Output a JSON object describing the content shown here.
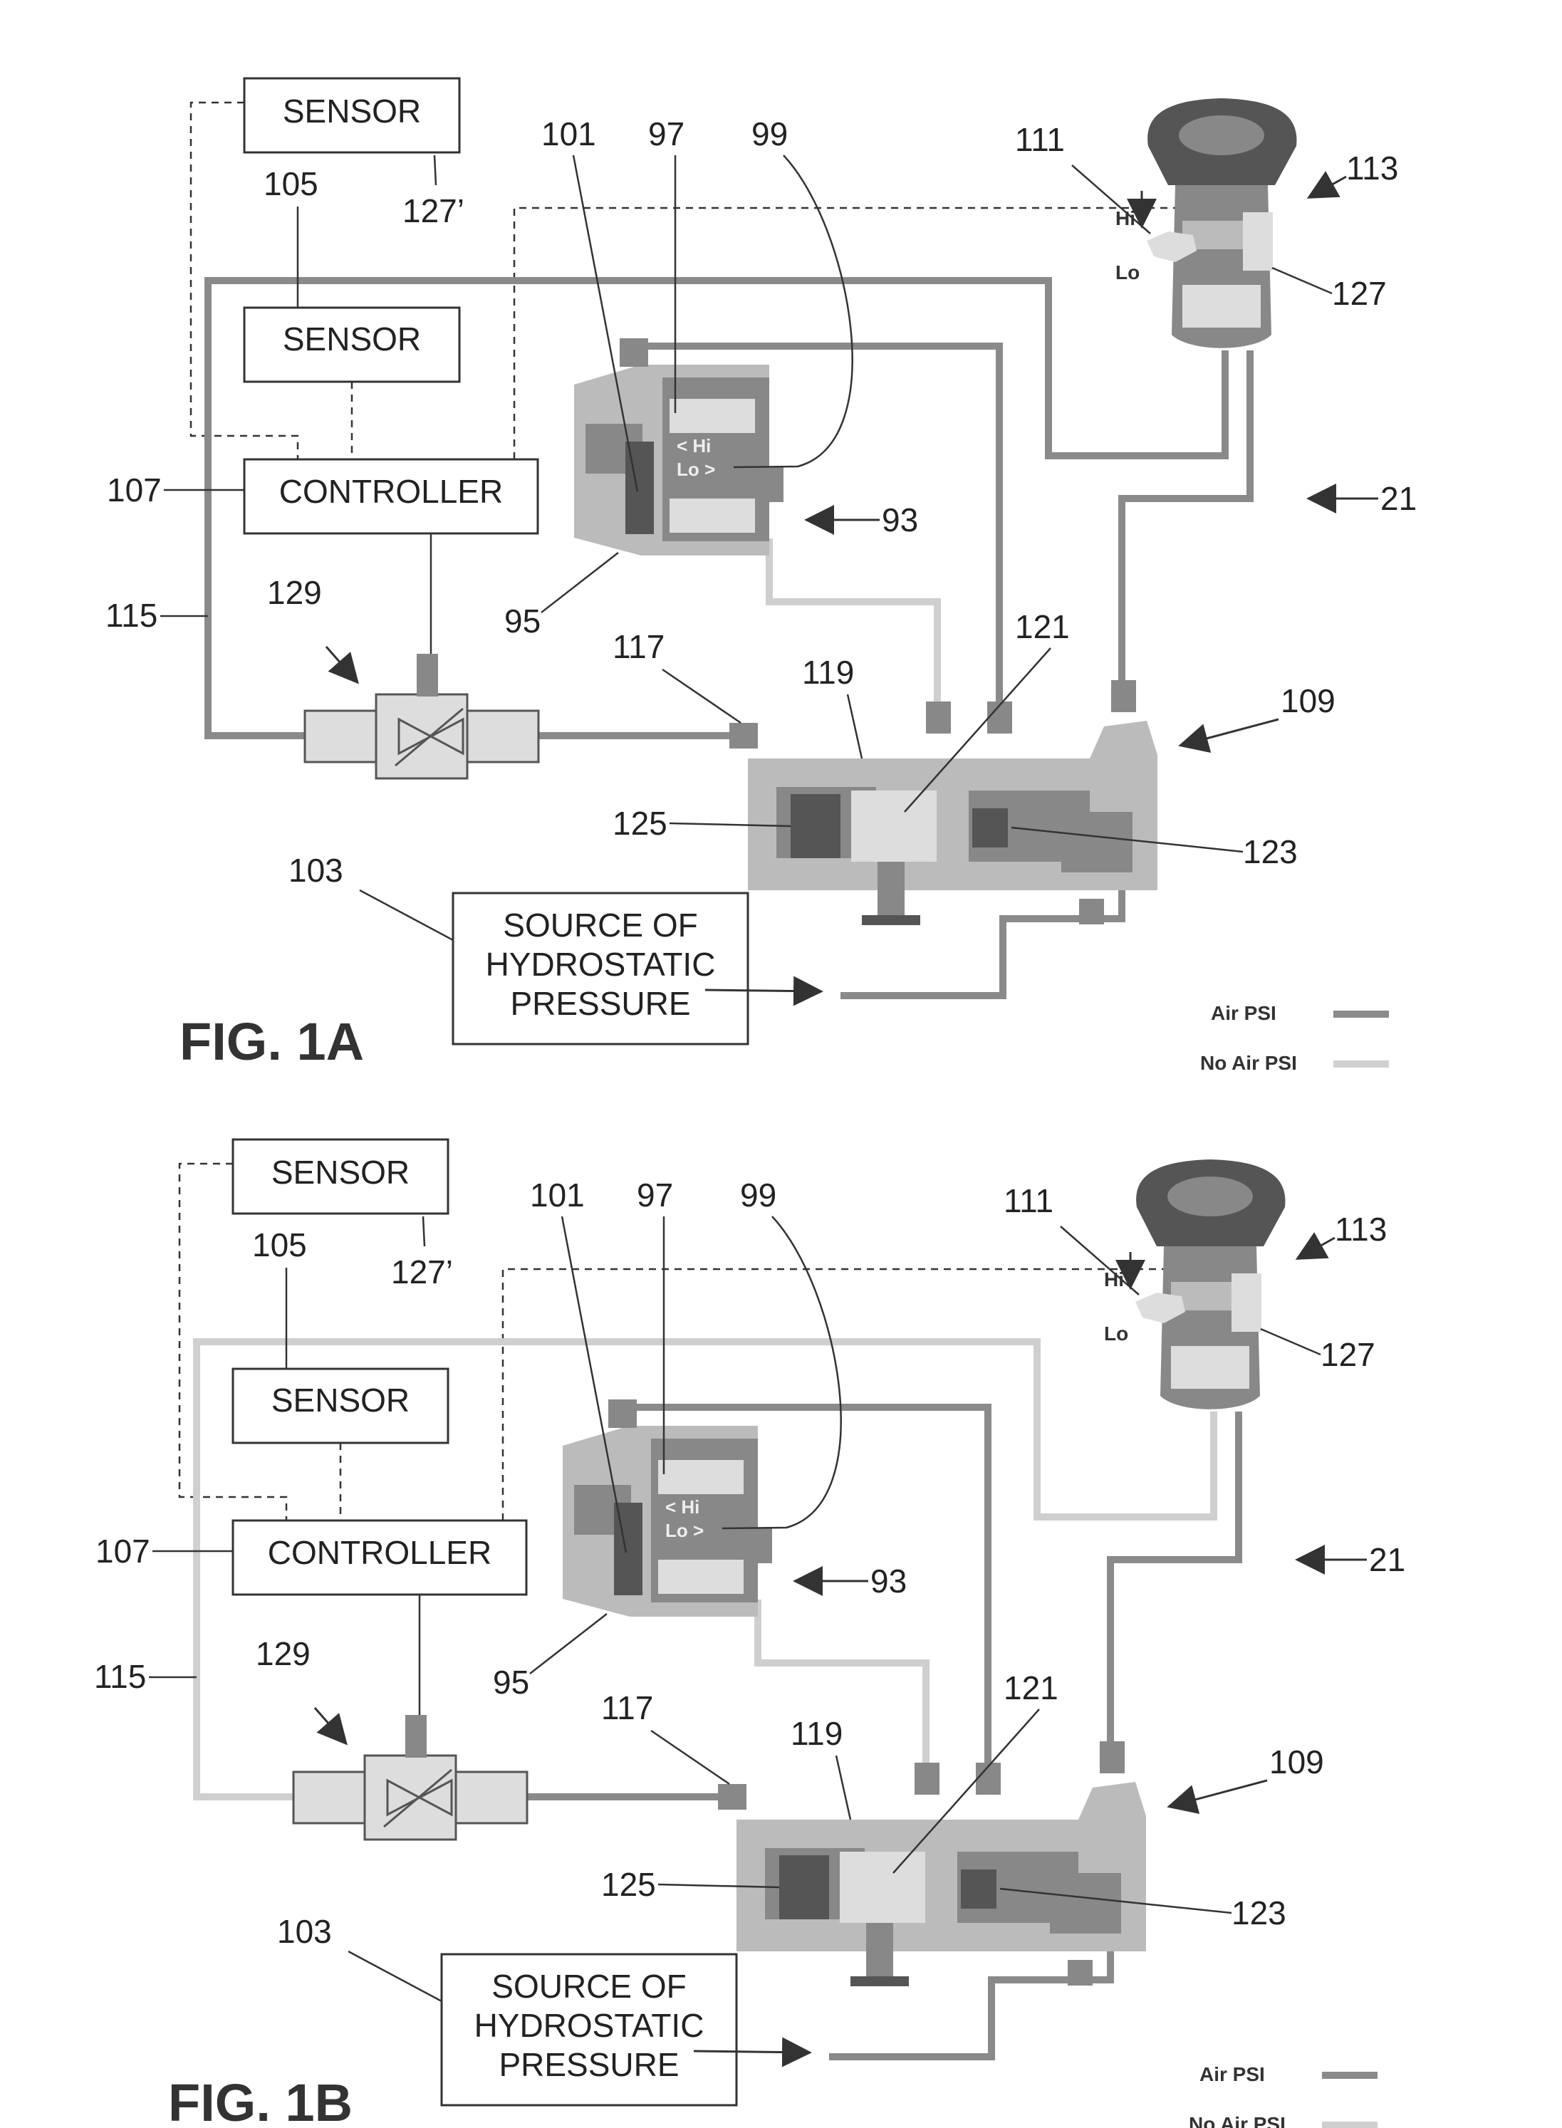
{
  "figures": [
    {
      "id": "1A",
      "title": "FIG. 1A",
      "sensor_top": "SENSOR",
      "sensor_mid": "SENSOR",
      "controller": "CONTROLLER",
      "source": [
        "SOURCE OF",
        "HYDROSTATIC",
        "PRESSURE"
      ],
      "valve_hi": "< Hi",
      "valve_lo": "Lo >",
      "dash_hi": "Hi",
      "dash_lo": "Lo",
      "legend_air": "Air PSI",
      "legend_noair": "No Air PSI",
      "refs": {
        "r127p": "127’",
        "r105": "105",
        "r101": "101",
        "r97": "97",
        "r99": "99",
        "r111": "111",
        "r113": "113",
        "r127": "127",
        "r107": "107",
        "r93": "93",
        "r21": "21",
        "r115": "115",
        "r129": "129",
        "r95": "95",
        "r117": "117",
        "r119": "119",
        "r121": "121",
        "r109": "109",
        "r125": "125",
        "r123": "123",
        "r103": "103"
      }
    },
    {
      "id": "1B",
      "title": "FIG. 1B",
      "sensor_top": "SENSOR",
      "sensor_mid": "SENSOR",
      "controller": "CONTROLLER",
      "source": [
        "SOURCE OF",
        "HYDROSTATIC",
        "PRESSURE"
      ],
      "valve_hi": "< Hi",
      "valve_lo": "Lo >",
      "dash_hi": "Hi",
      "dash_lo": "Lo",
      "legend_air": "Air PSI",
      "legend_noair": "No Air PSI",
      "refs": {
        "r127p": "127’",
        "r105": "105",
        "r101": "101",
        "r97": "97",
        "r99": "99",
        "r111": "111",
        "r113": "113",
        "r127": "127",
        "r107": "107",
        "r93": "93",
        "r21": "21",
        "r115": "115",
        "r129": "129",
        "r95": "95",
        "r117": "117",
        "r119": "119",
        "r121": "121",
        "r109": "109",
        "r125": "125",
        "r123": "123",
        "r103": "103"
      }
    }
  ],
  "colors": {
    "air_line": "#8a8a8a",
    "no_air_line": "#cfcfcf",
    "outline": "#333333"
  }
}
